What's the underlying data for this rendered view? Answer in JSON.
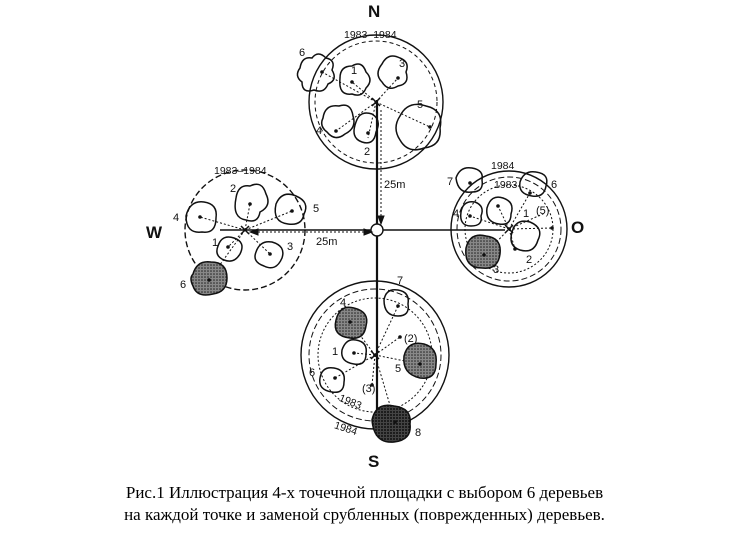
{
  "directions": {
    "north": "N",
    "south": "S",
    "west": "W",
    "east": "O"
  },
  "distances": {
    "west": "25m",
    "north": "25m"
  },
  "plots": {
    "north": {
      "years": [
        "1983–1984"
      ],
      "trees": [
        "1",
        "2",
        "3",
        "4",
        "5",
        "6"
      ]
    },
    "west": {
      "years": [
        "1983–1984"
      ],
      "trees": [
        "1",
        "2",
        "3",
        "4",
        "5",
        "6"
      ]
    },
    "east": {
      "years": [
        "1984",
        "1983"
      ],
      "trees": [
        "1",
        "2",
        "3",
        "4",
        "(5)",
        "6",
        "7"
      ]
    },
    "south": {
      "years": [
        "1983",
        "1984"
      ],
      "trees": [
        "1",
        "(2)",
        "(3)",
        "4",
        "5",
        "6",
        "7",
        "8"
      ]
    }
  },
  "caption": {
    "line1": "Рис.1 Иллюстрация 4-х точечной площадки с выбором 6 деревьев",
    "line2": "на каждой точке и заменой срубленных (поврежденных) деревьев."
  }
}
